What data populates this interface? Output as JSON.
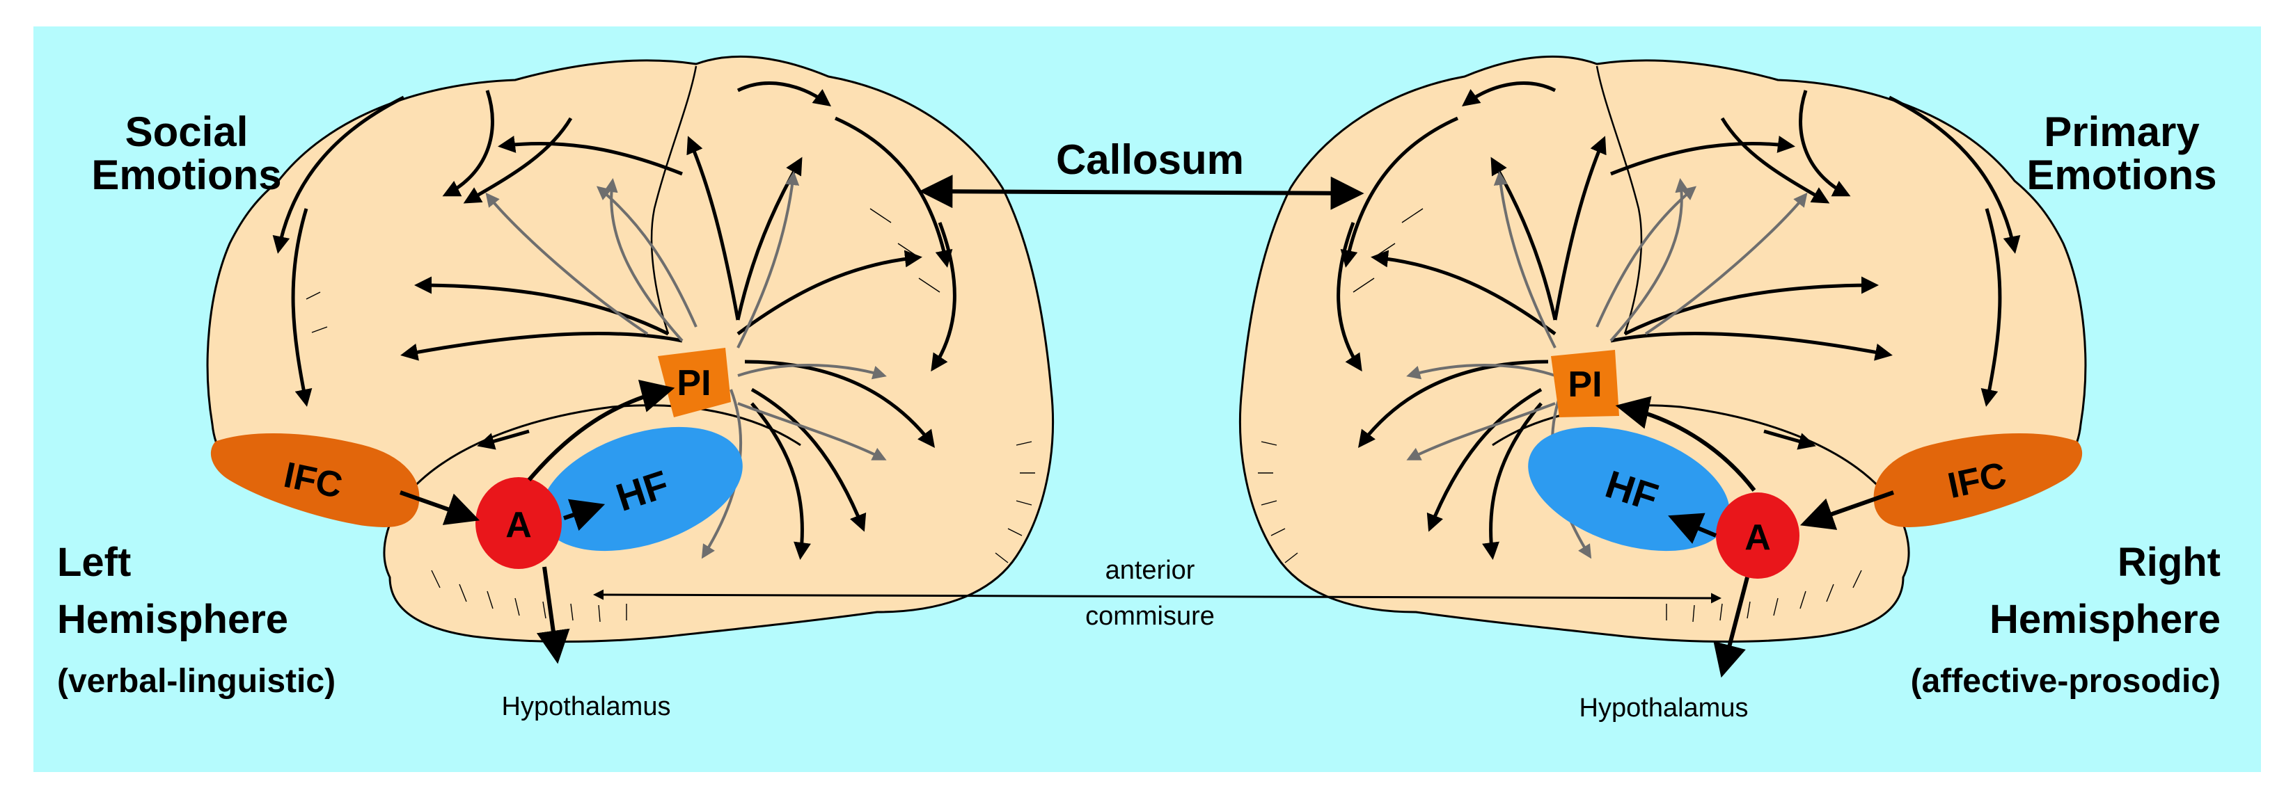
{
  "colors": {
    "background": "#b5fbfd",
    "brain": "#fde0b3",
    "outline": "#000000",
    "ifc": "#e2660b",
    "pi": "#f07a0c",
    "amygdala": "#e9161b",
    "hf": "#2d9bf0",
    "grey_arrow": "#6e6e6e"
  },
  "labels": {
    "social_line1": "Social",
    "social_line2": "Emotions",
    "primary_line1": "Primary",
    "primary_line2": "Emotions",
    "callosum": "Callosum",
    "left_line1": "Left",
    "left_line2": "Hemisphere",
    "left_line3": "(verbal-linguistic)",
    "right_line1": "Right",
    "right_line2": "Hemisphere",
    "right_line3": "(affective-prosodic)",
    "anterior_line1": "anterior",
    "anterior_line2": "commisure",
    "hypothalamus_left": "Hypothalamus",
    "hypothalamus_right": "Hypothalamus"
  },
  "regions": {
    "ifc": "IFC",
    "pi": "PI",
    "amygdala": "A",
    "hf": "HF"
  }
}
